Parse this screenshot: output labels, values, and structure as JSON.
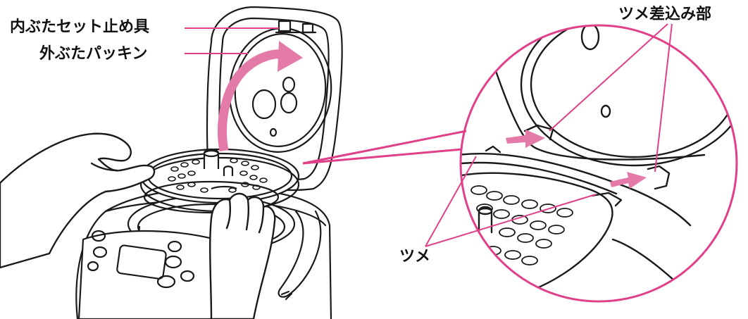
{
  "labels": {
    "inner_lid_stopper": "内ぶたセット止め具",
    "outer_lid_packing": "外ぶたパッキン",
    "tab_insertion_part": "ツメ差込み部",
    "tab": "ツメ"
  },
  "colors": {
    "line_art": "#1a1a1a",
    "callout": "#e0408a",
    "arrow": "#e47aa8",
    "background": "#ffffff"
  }
}
